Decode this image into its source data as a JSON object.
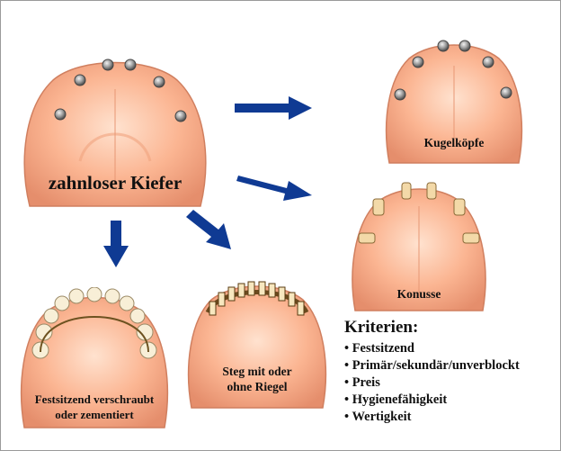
{
  "diagram": {
    "center": {
      "label": "zahnloser Kiefer"
    },
    "options": [
      {
        "label": "Kugelköpfe"
      },
      {
        "label": "Konusse"
      },
      {
        "label_line1": "Steg mit oder",
        "label_line2": "ohne Riegel"
      },
      {
        "label_line1": "Festsitzend verschraubt",
        "label_line2": "oder zementiert"
      }
    ]
  },
  "criteria": {
    "title": "Kriterien:",
    "items": [
      "Festsitzend",
      "Primär/sekundär/unverblockt",
      "Preis",
      "Hygienefähigkeit",
      "Wertigkeit"
    ]
  },
  "colors": {
    "arrow": "#0f3a93",
    "gum_light": "#ffd7bd",
    "gum_mid": "#f7a782",
    "gum_dark": "#d98163",
    "implant": "#8c8c8c",
    "tooth": "#f6ecd2"
  }
}
